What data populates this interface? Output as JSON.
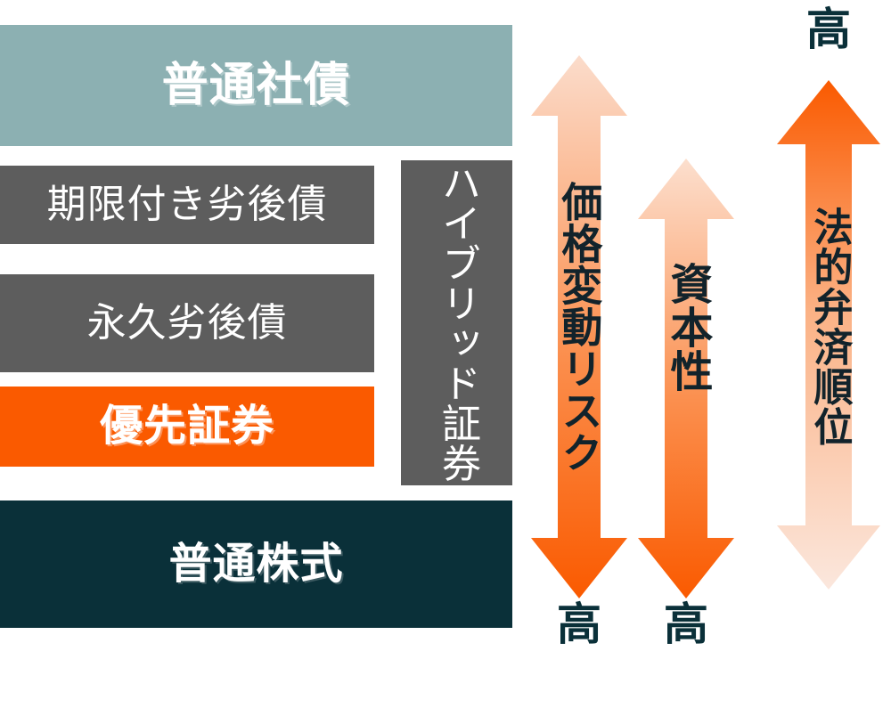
{
  "diagram": {
    "title_bars": [
      {
        "id": "senior-bond",
        "label": "普通社債",
        "color": "#8cb0b2"
      },
      {
        "id": "dated-subordinated",
        "label": "期限付き劣後債",
        "color": "#5d5d5d"
      },
      {
        "id": "perpetual-subordinated",
        "label": "永久劣後債",
        "color": "#5d5d5d"
      },
      {
        "id": "preferred-securities",
        "label": "優先証券",
        "color": "#fa5a00"
      },
      {
        "id": "common-stock",
        "label": "普通株式",
        "color": "#0a3039"
      }
    ],
    "hybrid_band": {
      "label": "ハイブリッド証券",
      "color": "#5d5d5d"
    },
    "arrows": [
      {
        "id": "price-volatility-risk",
        "label": "価格変動リスク",
        "top_cap": "",
        "bottom_cap": "高",
        "gradient_top": "#fbdccb",
        "gradient_bottom": "#fa5a00",
        "direction": "double"
      },
      {
        "id": "equity-characteristics",
        "label": "資本性",
        "top_cap": "",
        "bottom_cap": "高",
        "gradient_top": "#fbdccb",
        "gradient_bottom": "#fa5a00",
        "direction": "double"
      },
      {
        "id": "legal-repayment-priority",
        "label": "法的弁済順位",
        "top_cap": "高",
        "bottom_cap": "",
        "gradient_top": "#fa5a00",
        "gradient_bottom": "#fbe6dc",
        "direction": "double"
      }
    ],
    "colors": {
      "accent_orange": "#fa5a00",
      "navy": "#0a3039",
      "gray": "#5d5d5d",
      "teal": "#8cb0b2",
      "white": "#ffffff"
    }
  }
}
